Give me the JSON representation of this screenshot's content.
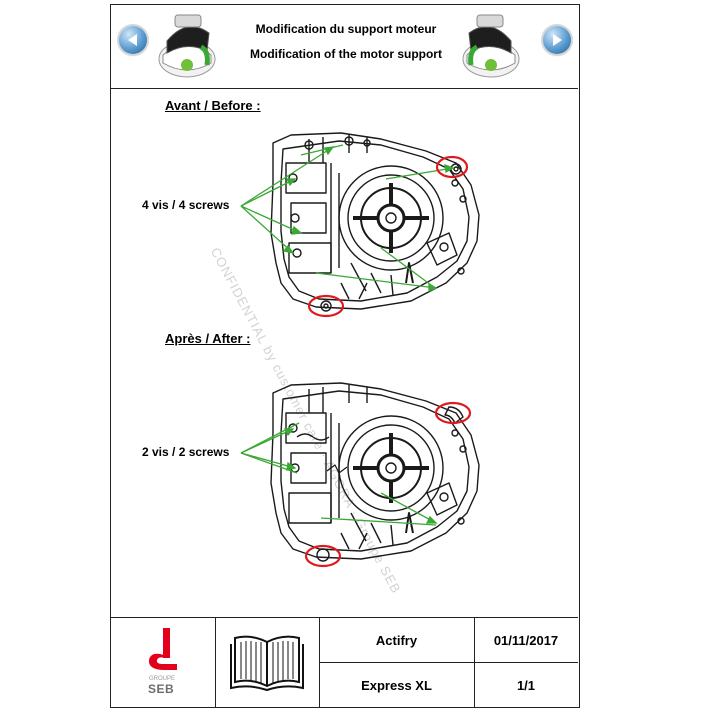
{
  "header": {
    "title_fr": "Modification du support moteur",
    "title_en": "Modification of the motor support",
    "prev_icon": "arrow-left-icon",
    "next_icon": "arrow-right-icon",
    "product_icon": "actifry-fryer-icon"
  },
  "sections": {
    "before": {
      "title": "Avant / Before :",
      "callout": "4 vis / 4 screws"
    },
    "after": {
      "title": "Après / After :",
      "callout": "2 vis / 2 screws"
    }
  },
  "watermark": {
    "text": "CONFIDENTIAL by customer care · AGORA · Groupe SEB"
  },
  "footer": {
    "logo_word": "SEB",
    "logo_group": "GROUPE",
    "manual_icon": "open-book-icon",
    "product": "Actifry",
    "model": "Express XL",
    "date": "01/11/2017",
    "page": "1/1"
  },
  "colors": {
    "arrow_green": "#3aa835",
    "highlight_red": "#e0191f",
    "nav_blue": "#3b82c4",
    "seb_red": "#e2001a"
  }
}
